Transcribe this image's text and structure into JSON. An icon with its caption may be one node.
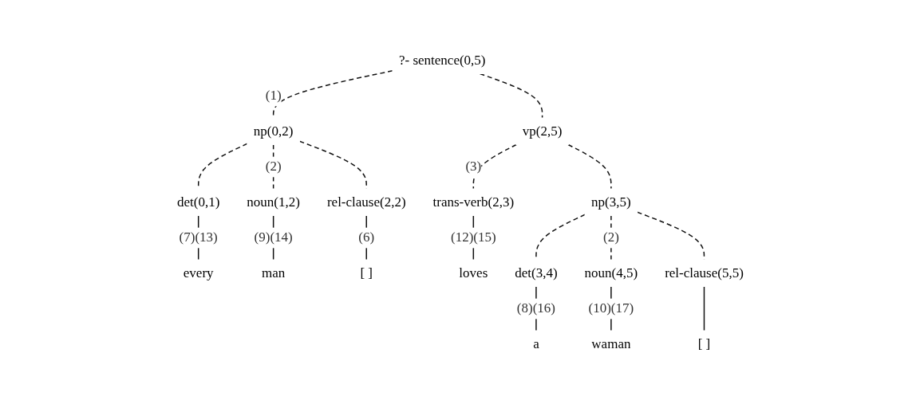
{
  "diagram": {
    "nodes": [
      {
        "text": [
          "?- sentence(0,5)"
        ]
      },
      {
        "text": [
          "np(0,2)"
        ]
      },
      {
        "text": [
          "vp(2,5)"
        ]
      },
      {
        "text": [
          "det(0,1)"
        ]
      },
      {
        "text": [
          "noun(1,2)"
        ]
      },
      {
        "text": [
          "rel-clause(2,2)"
        ]
      },
      {
        "text": [
          "trans-verb(2,3)"
        ]
      },
      {
        "text": [
          "np(3,5)"
        ]
      },
      {
        "text": [
          "every"
        ]
      },
      {
        "text": [
          "man"
        ]
      },
      {
        "text": [
          "[ ]"
        ]
      },
      {
        "text": [
          "loves"
        ]
      },
      {
        "text": [
          "det(3,4)"
        ]
      },
      {
        "text": [
          "noun(4,5)"
        ]
      },
      {
        "text": [
          "rel-clause(5,5)"
        ]
      },
      {
        "text": [
          "a"
        ]
      },
      {
        "text": [
          "waman"
        ]
      },
      {
        "text": [
          "[ ]"
        ]
      }
    ],
    "edges": [
      {
        "from": 0,
        "to": 1,
        "arrow": "none",
        "label": "(1)",
        "style": "dashed"
      },
      {
        "from": 0,
        "to": 2,
        "arrow": "none",
        "style": "dashed"
      },
      {
        "from": 1,
        "to": 3,
        "arrow": "none",
        "style": "dashed"
      },
      {
        "from": 1,
        "to": 4,
        "arrow": "none",
        "label": "(2)",
        "style": "dashed"
      },
      {
        "from": 1,
        "to": 5,
        "arrow": "none",
        "style": "dashed"
      },
      {
        "from": 2,
        "to": 6,
        "arrow": "none",
        "label": "(3)",
        "style": "dashed"
      },
      {
        "from": 2,
        "to": 7,
        "arrow": "none",
        "style": "dashed"
      },
      {
        "from": 3,
        "to": 8,
        "arrow": "none",
        "label": "(7)(13)"
      },
      {
        "from": 4,
        "to": 9,
        "arrow": "none",
        "label": "(9)(14)"
      },
      {
        "from": 5,
        "to": 10,
        "arrow": "none",
        "label": "(6)"
      },
      {
        "from": 6,
        "to": 11,
        "arrow": "none",
        "label": "(12)(15)"
      },
      {
        "from": 7,
        "to": 12,
        "arrow": "none",
        "style": "dashed"
      },
      {
        "from": 7,
        "to": 13,
        "arrow": "none",
        "label": "(2)",
        "style": "dashed"
      },
      {
        "from": 7,
        "to": 14,
        "arrow": "none",
        "style": "dashed"
      },
      {
        "from": 12,
        "to": 15,
        "arrow": "none",
        "label": "(8)(16)"
      },
      {
        "from": 13,
        "to": 16,
        "arrow": "none",
        "label": "(10)(17)"
      },
      {
        "from": 14,
        "to": 17,
        "arrow": "none"
      }
    ]
  }
}
